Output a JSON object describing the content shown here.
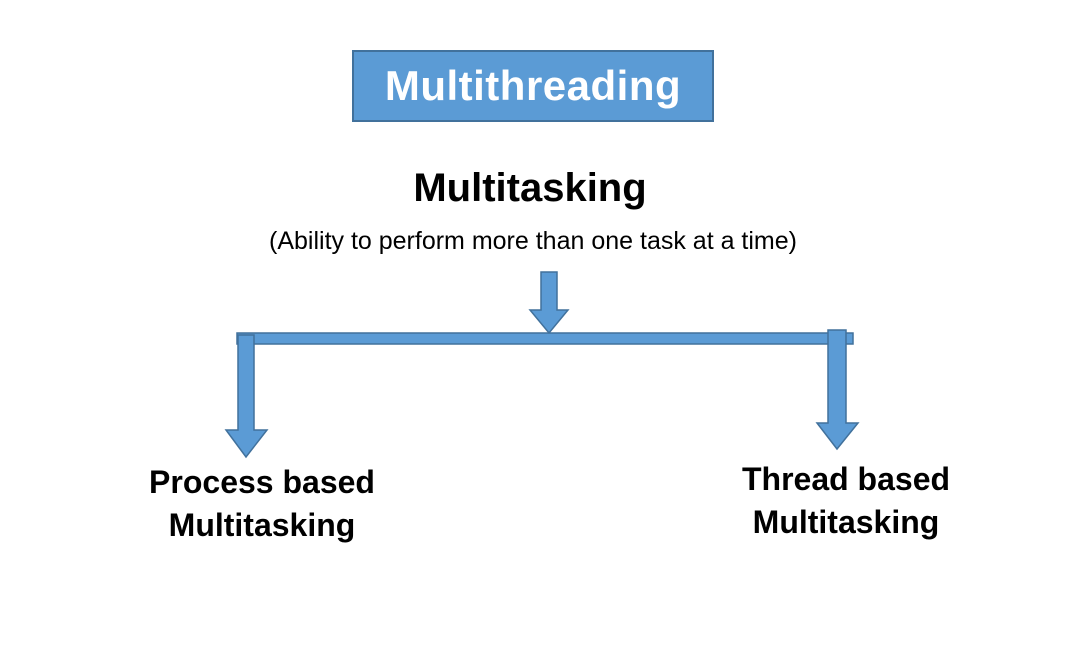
{
  "diagram": {
    "title": "Multithreading",
    "heading": "Multitasking",
    "subtitle": "(Ability to perform more than one task at a time)",
    "branches": [
      {
        "line1": "Process based",
        "line2": "Multitasking"
      },
      {
        "line1": "Thread based",
        "line2": "Multitasking"
      }
    ],
    "colors": {
      "background": "#ffffff",
      "shape_fill": "#5B9BD5",
      "shape_border": "#41719C",
      "title_text": "#ffffff",
      "text": "#000000"
    }
  }
}
